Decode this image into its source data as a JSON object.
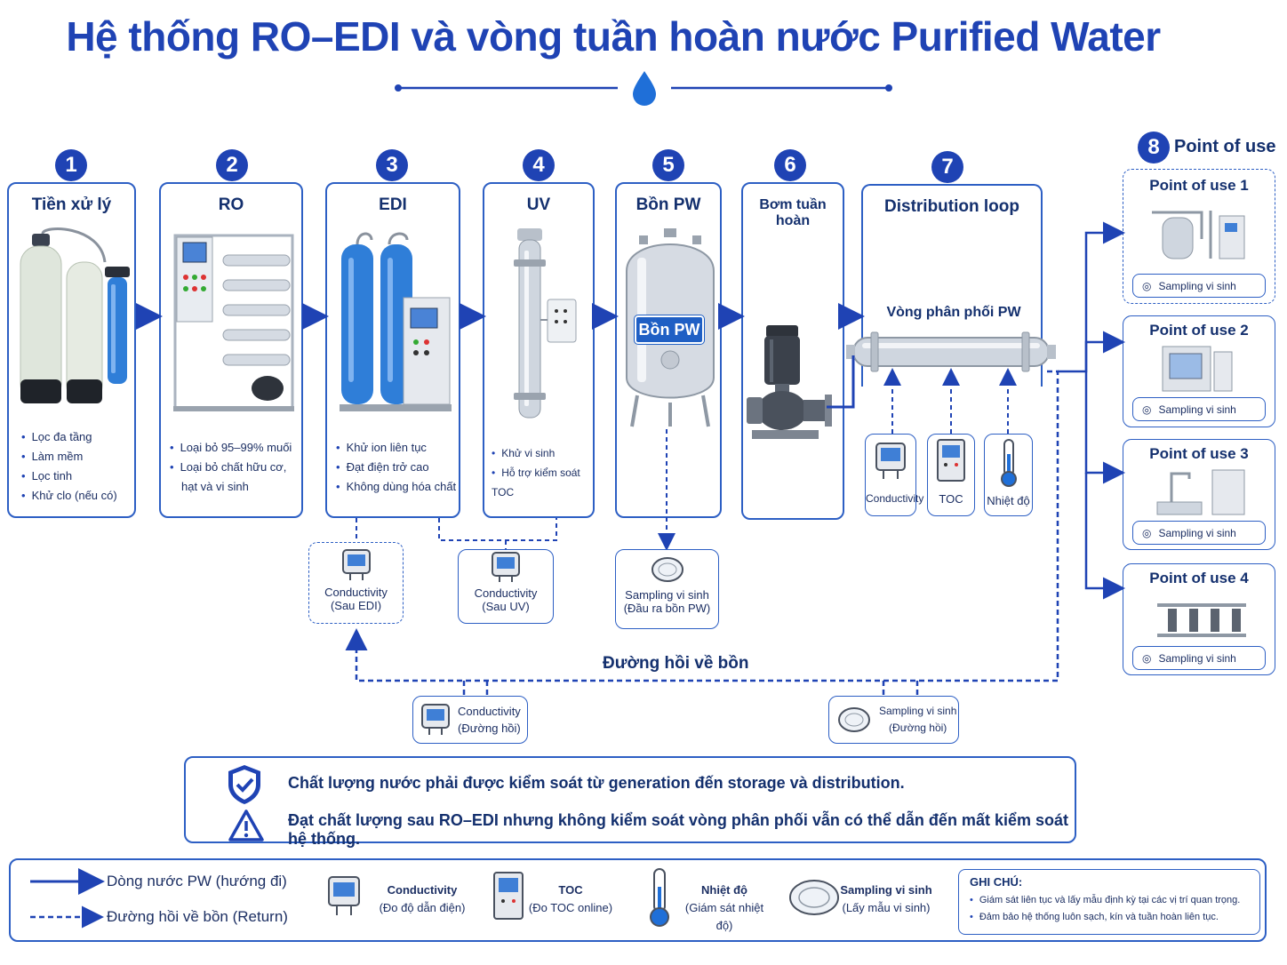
{
  "title": "Hệ thống RO–EDI và vòng tuần hoàn nước Purified Water",
  "stages": [
    {
      "num": "1",
      "name": "Tiền xử lý",
      "bullets": [
        "Lọc đa tầng",
        "Làm mềm",
        "Lọc tinh",
        "Khử clo (nếu có)"
      ]
    },
    {
      "num": "2",
      "name": "RO",
      "bullets": [
        "Loại bỏ 95–99% muối",
        "Loại bỏ chất hữu cơ,",
        "hạt và vi sinh"
      ]
    },
    {
      "num": "3",
      "name": "EDI",
      "bullets": [
        "Khử ion liên tục",
        "Đạt điện trở cao",
        "Không dùng hóa chất"
      ]
    },
    {
      "num": "4",
      "name": "UV",
      "bullets": [
        "Khử vi sinh",
        "Hỗ trợ kiểm soát TOC"
      ]
    },
    {
      "num": "5",
      "name": "Bồn PW",
      "tank_label": "Bồn PW"
    },
    {
      "num": "6",
      "name": "Bơm tuần hoàn"
    },
    {
      "num": "7",
      "name": "Distribution loop",
      "loop_label": "Vòng phân phối PW"
    }
  ],
  "loop_sensors": [
    {
      "label": "Conductivity",
      "icon": "conductivity-meter-icon"
    },
    {
      "label": "TOC",
      "icon": "toc-analyzer-icon"
    },
    {
      "label": "Nhiệt độ",
      "icon": "thermometer-icon"
    }
  ],
  "pou": {
    "num": "8",
    "heading": "Point of use",
    "items": [
      {
        "name": "Point of use 1",
        "sampling": "Sampling vi sinh"
      },
      {
        "name": "Point of use 2",
        "sampling": "Sampling vi sinh"
      },
      {
        "name": "Point of use 3",
        "sampling": "Sampling vi sinh"
      },
      {
        "name": "Point of use 4",
        "sampling": "Sampling vi sinh"
      }
    ]
  },
  "monitors": {
    "after_edi": {
      "line1": "Conductivity",
      "line2": "(Sau EDI)"
    },
    "after_uv": {
      "line1": "Conductivity",
      "line2": "(Sau UV)"
    },
    "tank_outlet": {
      "line1": "Sampling vi sinh",
      "line2": "(Đầu ra bồn PW)"
    },
    "return_cond": {
      "line1": "Conductivity",
      "line2": "(Đường hồi)"
    },
    "return_samp": {
      "line1": "Sampling vi sinh",
      "line2": "(Đường hồi)"
    }
  },
  "return_label": "Đường hồi về bồn",
  "notes": [
    "Chất lượng nước phải được kiểm soát từ generation đến storage và distribution.",
    "Đạt chất lượng sau RO–EDI nhưng không kiểm soát vòng phân phối vẫn có thể dẫn đến mất kiểm soát hệ thống."
  ],
  "legend": {
    "flow": "Dòng nước PW (hướng đi)",
    "return": "Đường hồi về bồn (Return)",
    "items": [
      {
        "label": "Conductivity",
        "sub": "(Đo độ dẫn điện)",
        "icon": "conductivity-meter-icon"
      },
      {
        "label": "TOC",
        "sub": "(Đo TOC online)",
        "icon": "toc-analyzer-icon"
      },
      {
        "label": "Nhiệt độ",
        "sub": "(Giám sát nhiệt độ)",
        "icon": "thermometer-icon"
      },
      {
        "label": "Sampling vi sinh",
        "sub": "(Lấy mẫu vi sinh)",
        "icon": "petri-dish-icon"
      }
    ],
    "note_title": "GHI CHÚ:",
    "note_items": [
      "Giám sát liên tục và lấy mẫu định kỳ tại các vị trí quan trọng.",
      "Đảm bảo hệ thống luôn sạch, kín và tuần hoàn liên tục."
    ]
  },
  "colors": {
    "primary": "#1f43b4",
    "border": "#2d5fc4",
    "tank": "#d6dbe3",
    "vessel_blue": "#2f7ed8"
  }
}
